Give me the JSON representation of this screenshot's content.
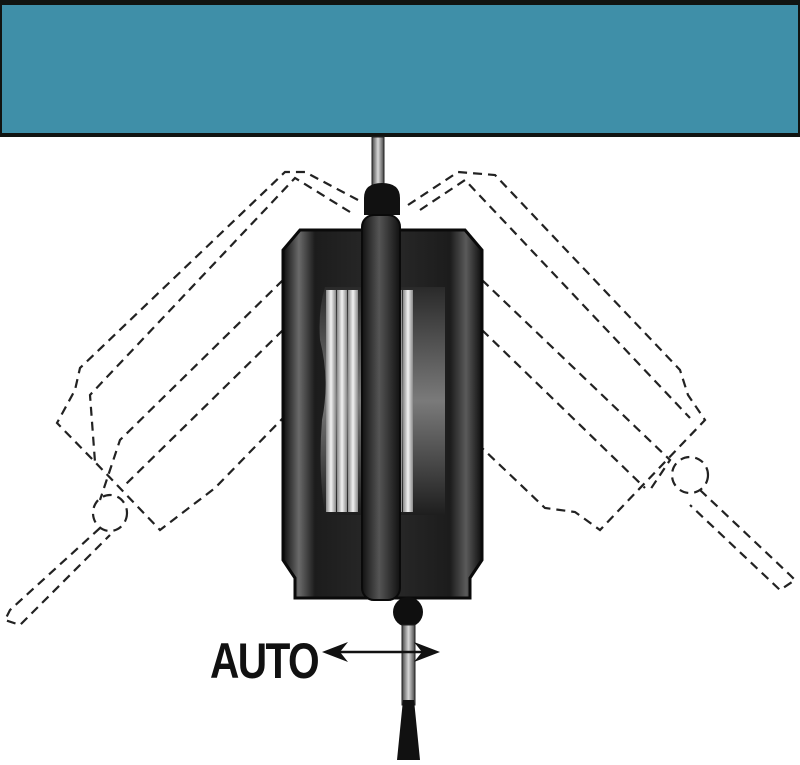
{
  "diagram": {
    "ceiling": {
      "color": "#3f8fa8",
      "border": "#111411"
    },
    "body_color": "#1a1a1a",
    "label": {
      "text": "AUTO"
    },
    "arrow": {
      "direction": "bidirectional-horizontal"
    },
    "ghost_positions": [
      "tilted-left",
      "tilted-right"
    ]
  }
}
